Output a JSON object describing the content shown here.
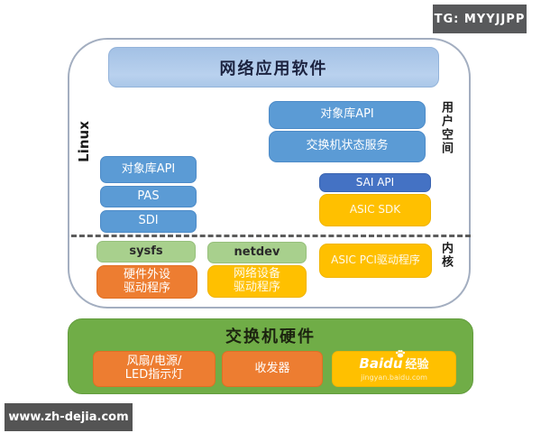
{
  "overlays": {
    "tg_badge": "TG: MYYJJPP",
    "watermark": "www.zh-dejia.com"
  },
  "colors": {
    "blue_box": "#5b9bd5",
    "dark_blue_box": "#4472c4",
    "light_blue_bar": "#aac7e8",
    "yellow_box": "#ffc000",
    "orange_box": "#ed7d31",
    "light_green_box": "#a8d08d",
    "green_bar": "#70ad47",
    "badge_gray": "#58595b"
  },
  "software_stack": {
    "os_label": "Linux",
    "user_space_label": "用户空间",
    "kernel_label": "内核",
    "app_bar": "网络应用软件",
    "left_stack": [
      "对象库API",
      "PAS",
      "SDI"
    ],
    "right_stack": [
      "对象库API",
      "交换机状态服务"
    ],
    "sai_api": "SAI API",
    "asic_sdk": "ASIC SDK",
    "sysfs": "sysfs",
    "netdev": "netdev",
    "hw_peripheral_driver": [
      "硬件外设",
      "驱动程序"
    ],
    "net_device_driver": [
      "网络设备",
      "驱动程序"
    ],
    "asic_pci_driver": "ASIC PCI驱动程序"
  },
  "hardware": {
    "title": "交换机硬件",
    "fan_power_led": [
      "风扇/电源/",
      "LED指示灯"
    ],
    "transceiver": "收发器",
    "baidu_logo": {
      "brand": "Baidu",
      "suffix": "经验",
      "site": "jingyan.baidu.com"
    }
  }
}
